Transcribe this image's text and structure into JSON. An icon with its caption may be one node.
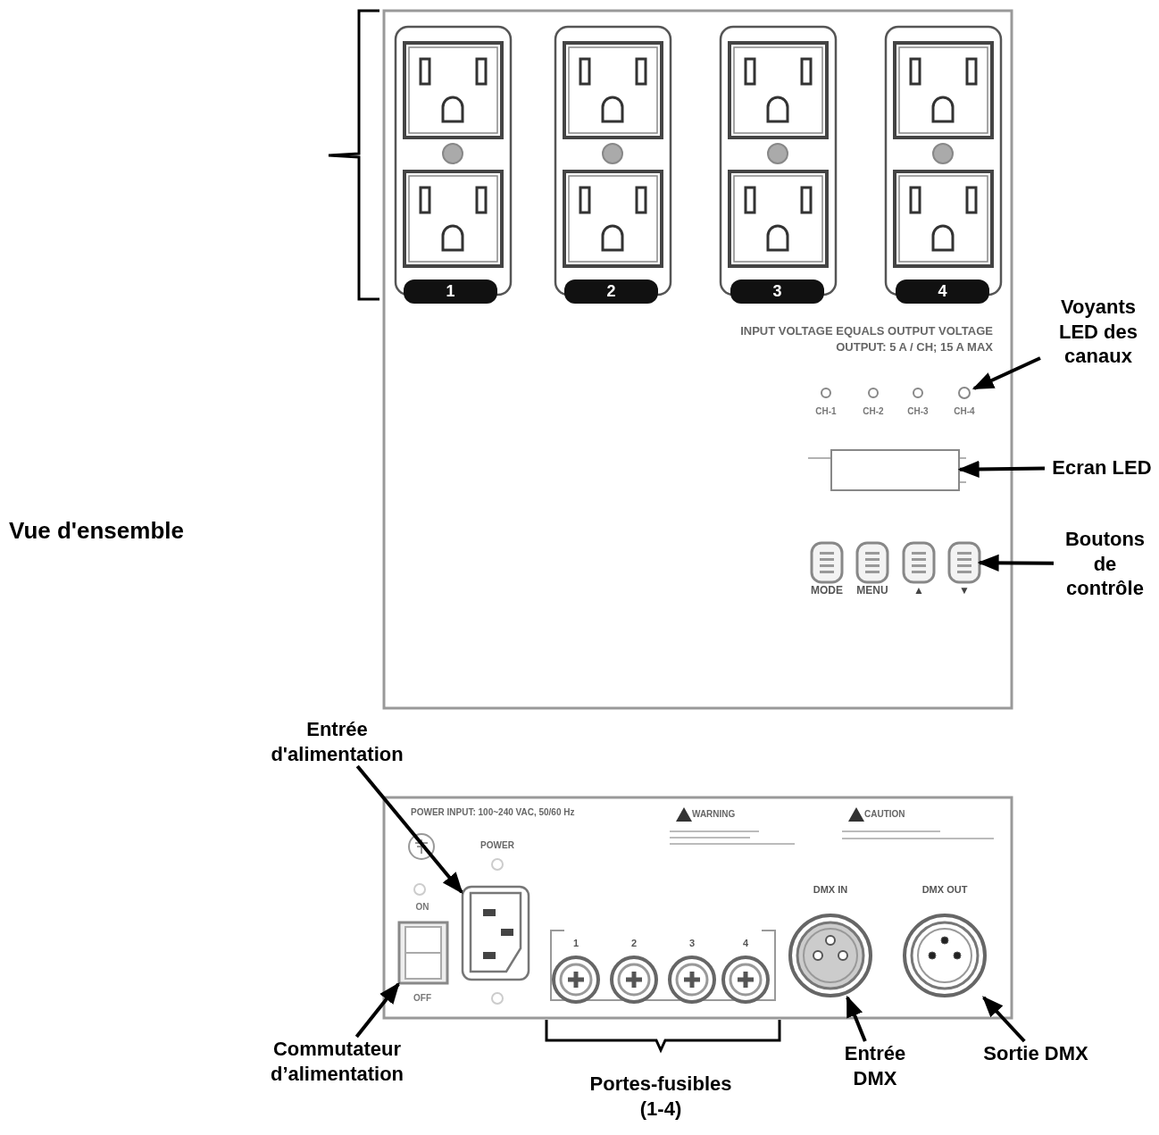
{
  "diagram": {
    "nodes": [
      {
        "text": [
          "Voyants LED des canaux"
        ]
      },
      {
        "text": [],
        "shape": "circle",
        "beside": [
          "CH-4"
        ]
      },
      {
        "text": [
          "Ecran LED"
        ]
      },
      {
        "text": [],
        "shape": "box"
      },
      {
        "text": [
          "Boutons de contrôle"
        ]
      },
      {
        "text": [],
        "shape": "button",
        "beside": [
          "▼"
        ]
      },
      {
        "text": [
          "Entrée d'alimentation"
        ]
      },
      {
        "text": [],
        "shape": "socket"
      },
      {
        "text": [
          "Commutateur d’alimentation"
        ]
      },
      {
        "text": [],
        "shape": "switch"
      },
      {
        "text": [],
        "shape": "connector",
        "beside": [
          "DMX IN"
        ]
      },
      {
        "text": [],
        "shape": "connector",
        "beside": [
          "DMX OUT"
        ]
      },
      {
        "text": [
          "Entrée DMX"
        ]
      },
      {
        "text": [
          "Sortie DMX"
        ]
      }
    ],
    "edges": [
      {
        "from": 0,
        "to": 1,
        "arrow": "to"
      },
      {
        "from": 2,
        "to": 3,
        "arrow": "to"
      },
      {
        "from": 4,
        "to": 5,
        "arrow": "to"
      },
      {
        "from": 6,
        "to": 7,
        "arrow": "to"
      },
      {
        "from": 8,
        "to": 9,
        "arrow": "to"
      },
      {
        "from": 12,
        "to": 10,
        "arrow": "to"
      },
      {
        "from": 13,
        "to": 11,
        "arrow": "to"
      }
    ],
    "labels": [
      "1",
      "2",
      "3",
      "4",
      "INPUT VOLTAGE EQUALS OUTPUT VOLTAGE",
      "OUTPUT: 5 A / CH; 15 A MAX",
      "CH-1",
      "CH-2",
      "CH-3",
      "MODE",
      "MENU",
      "▲",
      "Vue d'ensemble",
      "POWER INPUT: 100~240 VAC, 50/60 Hz",
      "WARNING",
      "CAUTION",
      "POWER",
      "ON",
      "OFF",
      "1",
      "2",
      "3",
      "4",
      "Portes-fusibles (1-4)"
    ]
  }
}
